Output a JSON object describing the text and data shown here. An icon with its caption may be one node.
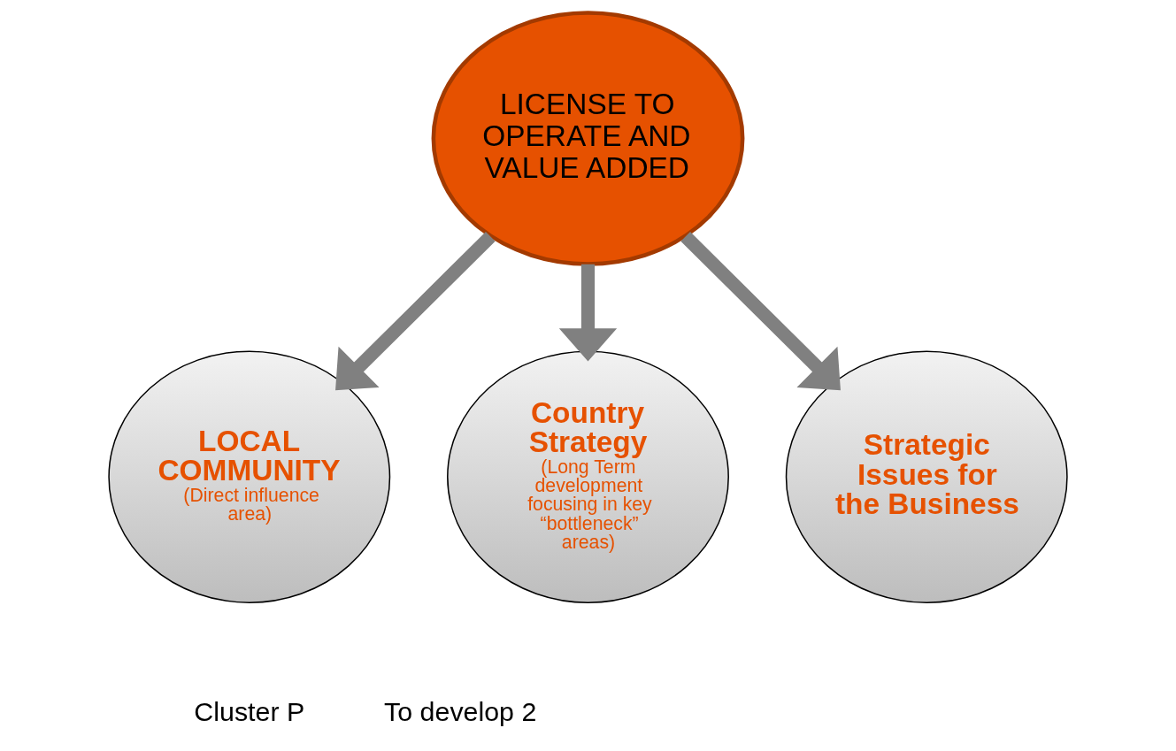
{
  "diagram": {
    "nodes": [
      {
        "text": [
          "LICENSE TO OPERATE AND VALUE ADDED"
        ]
      },
      {
        "text": [
          "LOCAL COMMUNITY",
          "(Direct influence area)"
        ]
      },
      {
        "text": [
          "Country Strategy",
          "(Long Term development focusing in key “bottleneck” areas)"
        ]
      },
      {
        "text": [
          "Strategic Issues for the Business"
        ]
      }
    ],
    "edges": [
      {
        "from": 0,
        "to": 1,
        "arrow": "to"
      },
      {
        "from": 0,
        "to": 2,
        "arrow": "to"
      },
      {
        "from": 0,
        "to": 3,
        "arrow": "to"
      }
    ],
    "labels": [
      "Cluster P",
      "To develop 2"
    ]
  }
}
